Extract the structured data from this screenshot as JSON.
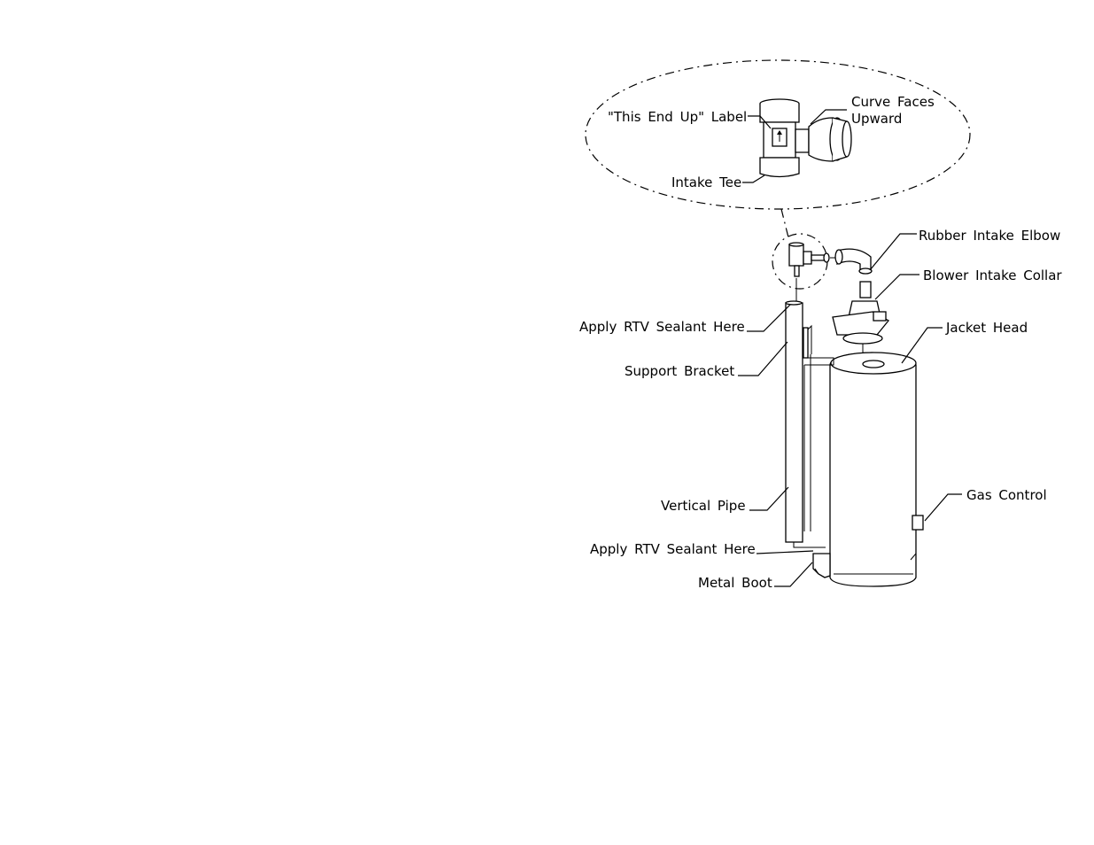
{
  "labels": {
    "this_end_up": "\"This End Up\" Label",
    "curve_faces_1": "Curve Faces",
    "curve_faces_2": "Upward",
    "intake_tee": "Intake Tee",
    "rubber_intake_elbow": "Rubber Intake Elbow",
    "blower_intake_collar": "Blower Intake Collar",
    "apply_rtv_top": "Apply RTV Sealant Here",
    "jacket_head": "Jacket Head",
    "support_bracket": "Support Bracket",
    "vertical_pipe": "Vertical Pipe",
    "gas_control": "Gas Control",
    "apply_rtv_bottom": "Apply RTV Sealant Here",
    "metal_boot": "Metal Boot"
  }
}
